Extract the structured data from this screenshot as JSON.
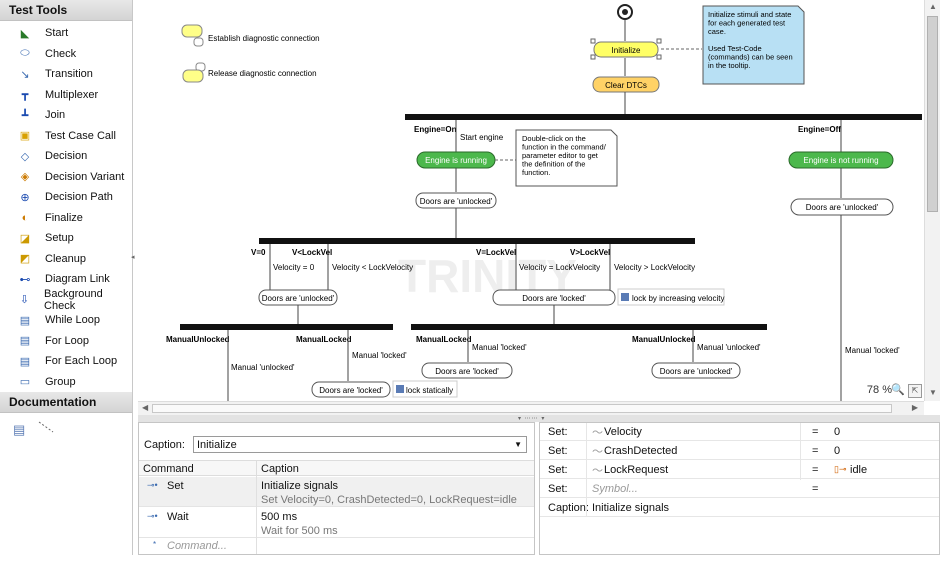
{
  "tools": {
    "header": "Test Tools",
    "items": [
      {
        "label": "Start",
        "icon": "start-icon"
      },
      {
        "label": "Check",
        "icon": "check-icon"
      },
      {
        "label": "Transition",
        "icon": "transition-icon"
      },
      {
        "label": "Multiplexer",
        "icon": "multiplexer-icon"
      },
      {
        "label": "Join",
        "icon": "join-icon"
      },
      {
        "label": "Test Case Call",
        "icon": "test-case-call-icon"
      },
      {
        "label": "Decision",
        "icon": "decision-icon"
      },
      {
        "label": "Decision Variant",
        "icon": "decision-variant-icon"
      },
      {
        "label": "Decision Path",
        "icon": "decision-path-icon"
      },
      {
        "label": "Finalize",
        "icon": "finalize-icon"
      },
      {
        "label": "Setup",
        "icon": "setup-icon"
      },
      {
        "label": "Cleanup",
        "icon": "cleanup-icon"
      },
      {
        "label": "Diagram Link",
        "icon": "diagram-link-icon"
      },
      {
        "label": "Background Check",
        "icon": "background-check-icon"
      },
      {
        "label": "While Loop",
        "icon": "while-loop-icon"
      },
      {
        "label": "For Loop",
        "icon": "for-loop-icon"
      },
      {
        "label": "For Each Loop",
        "icon": "for-each-loop-icon"
      },
      {
        "label": "Group",
        "icon": "group-icon"
      }
    ],
    "doc_header": "Documentation"
  },
  "diagram": {
    "legend_establish": "Establish diagnostic connection",
    "legend_release": "Release diagnostic connection",
    "initialize": "Initialize",
    "clear_dtcs": "Clear DTCs",
    "note_top": [
      "Initialize stimuli and state",
      "for each generated test",
      "case.",
      "",
      "Used Test-Code",
      "(commands) can be seen",
      "in the tooltip."
    ],
    "engine_on": "Engine=On",
    "engine_off": "Engine=Off",
    "start_engine": "Start engine",
    "engine_running": "Engine is running",
    "engine_not_running": "Engine is not running",
    "note_mid": [
      "Double-click on the",
      "function in the command/",
      "parameter editor to get",
      "the definition of the",
      "function."
    ],
    "doors_unlocked": "Doors are 'unlocked'",
    "doors_locked": "Doors are 'locked'",
    "v0": "V=0",
    "vlt": "V<LockVel",
    "veq": "V=LockVel",
    "vgt": "V>LockVel",
    "vel0": "Velocity = 0",
    "vel_lt": "Velocity < LockVelocity",
    "vel_eq": "Velocity = LockVelocity",
    "vel_gt": "Velocity > LockVelocity",
    "lock_increasing": "lock by increasing velocity",
    "lock_statically": "lock statically",
    "manual_unlocked_hdr": "ManualUnlocked",
    "manual_locked_hdr": "ManualLocked",
    "manual_unlocked": "Manual 'unlocked'",
    "manual_locked": "Manual 'locked'",
    "watermark": "TRINITY"
  },
  "zoom": "78 %",
  "command_editor": {
    "caption_label": "Caption:",
    "caption_value": "Initialize",
    "col_command": "Command",
    "col_caption": "Caption",
    "rows": [
      {
        "command": "Set",
        "caption": "Initialize signals",
        "detail": "Set Velocity=0, CrashDetected=0, LockRequest=idle"
      },
      {
        "command": "Wait",
        "caption": "500 ms",
        "detail": "Wait for 500 ms"
      }
    ],
    "placeholder": "Command..."
  },
  "properties": {
    "rows": [
      {
        "label": "Set:",
        "symbol": "Velocity",
        "op": "=",
        "value": "0"
      },
      {
        "label": "Set:",
        "symbol": "CrashDetected",
        "op": "=",
        "value": "0"
      },
      {
        "label": "Set:",
        "symbol": "LockRequest",
        "op": "=",
        "value": "idle"
      }
    ],
    "symbol_placeholder": "Symbol...",
    "empty_label": "Set:",
    "empty_op": "=",
    "caption_label": "Caption:",
    "caption_value": "Initialize signals"
  },
  "colors": {
    "yellow": "#ffff66",
    "orange": "#ffd266",
    "green": "#4cb84c",
    "note": "#b8e0f4"
  }
}
